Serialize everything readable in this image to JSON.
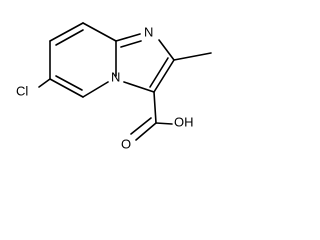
{
  "structure": {
    "atoms": {
      "n_ring_top": "N",
      "n_bridgehead": "N",
      "chlorine": "Cl",
      "hydroxyl": "OH",
      "carbonyl_oxygen": "O"
    }
  },
  "colors": {
    "bond": "#000000",
    "label": "#000000",
    "background": "#ffffff"
  }
}
